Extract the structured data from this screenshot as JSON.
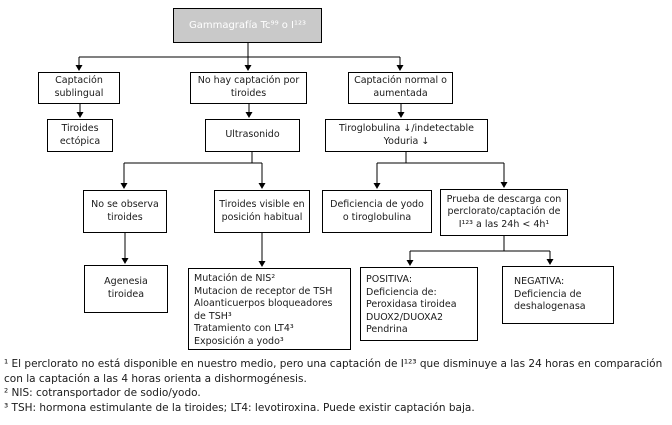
{
  "flowchart": {
    "nodes": {
      "gammagrafia": {
        "lines": [
          "Gammagrafía Tc⁹⁹ o I¹²³"
        ]
      },
      "captacion_sublingual": {
        "lines": [
          "Captación",
          "sublingual"
        ]
      },
      "no_hay_captacion": {
        "lines": [
          "No hay captación por",
          "tiroides"
        ]
      },
      "captacion_normal": {
        "lines": [
          "Captación normal o",
          "aumentada"
        ]
      },
      "tiroides_ectopica": {
        "lines": [
          "Tiroides",
          "ectópica"
        ]
      },
      "ultrasonido": {
        "lines": [
          "Ultrasonido"
        ]
      },
      "tiroglobulina": {
        "lines": [
          "Tiroglobulina ↓/indetectable",
          "Yoduria ↓"
        ]
      },
      "no_se_observa": {
        "lines": [
          "No se observa",
          "tiroides"
        ]
      },
      "tiroides_visible": {
        "lines": [
          "Tiroides visible en",
          "posición habitual"
        ]
      },
      "deficiencia_yodo": {
        "lines": [
          "Deficiencia de yodo",
          "o tiroglobulina"
        ]
      },
      "prueba_descarga": {
        "lines": [
          "Prueba de descarga con",
          "perclorato/captación de",
          "I¹²³ a las 24h < 4h¹"
        ]
      },
      "agenesia": {
        "lines": [
          "Agenesia",
          "tiroidea"
        ]
      },
      "causas_mutaciones": {
        "lines": [
          "Mutación de NIS²",
          "Mutacion de receptor de TSH",
          "Aloanticuerpos bloqueadores",
          "de TSH³",
          "Tratamiento con LT4³",
          "Exposición a yodo³"
        ]
      },
      "positiva": {
        "lines": [
          "POSITIVA:",
          "Deficiencia de:",
          "Peroxidasa tiroidea",
          "DUOX2/DUOXA2",
          "Pendrina"
        ]
      },
      "negativa": {
        "lines": [
          "NEGATIVA:",
          "Deficiencia de",
          "deshalogenasa"
        ]
      }
    },
    "footnotes": {
      "f1": "¹ El perclorato no está disponible en nuestro medio, pero una captación de I¹²³ que disminuye a las 24 horas en comparación con la captación a las 4 horas orienta a dishormogénesis.",
      "f2": "² NIS: cotransportador de sodio/yodo.",
      "f3": "³ TSH: hormona estimulante de la tiroides; LT4: levotiroxina. Puede existir captación baja."
    }
  },
  "colors": {
    "background": "#ffffff",
    "box_fill": "#ffffff",
    "box_border": "#000000",
    "header_fill": "#c9c9c9",
    "header_text": "#ffffff",
    "line_color": "#000000",
    "text_color": "#1a1a1a"
  }
}
